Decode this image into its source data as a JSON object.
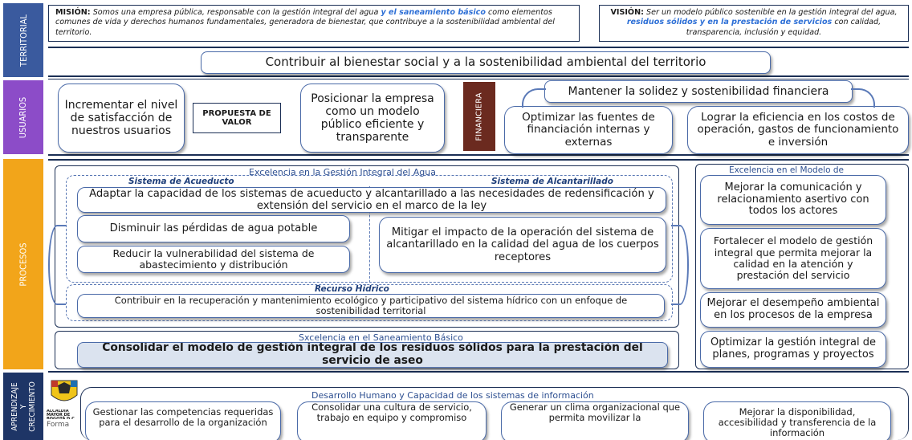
{
  "sidebar": {
    "territorial": "TERRITORIAL",
    "usuarios": "USUARIOS",
    "procesos": "PROCESOS",
    "aprendizaje": "APRENDIZAJE Y CRECIMIENTO"
  },
  "header": {
    "mision_label": "MISIÓN:",
    "mision_text_1": "Somos una empresa pública, responsable con la gestión integral del agua",
    "mision_text_2": "y el saneamiento básico",
    "mision_text_3": "como elementos comunes de vida  y derechos humanos fundamentales, generadora de bienestar, que contribuye a la sostenibilidad ambiental del territorio.",
    "vision_label": "VISIÓN:",
    "vision_text_1": "Ser un modelo público sostenible en la gestión integral del agua,",
    "vision_text_2": "residuos sólidos  y en la prestación de servicios",
    "vision_text_3": "con calidad, transparencia, inclusión y equidad."
  },
  "territorial": {
    "objective": "Contribuir al bienestar social y a la sostenibilidad ambiental del territorio"
  },
  "usuarios": {
    "satisfaccion": "Incrementar el nivel de satisfacción de nuestros usuarios",
    "propuesta": "PROPUESTA DE VALOR",
    "posicionar": "Posicionar la empresa como un modelo público eficiente y transparente",
    "financiera_tag": "FINANCIERA",
    "solidez": "Mantener la solidez y sostenibilidad financiera",
    "fuentes": "Optimizar las fuentes de financiación internas y externas",
    "eficiencia": "Lograr la eficiencia en los costos de operación, gastos de funcionamiento e inversión"
  },
  "procesos": {
    "excelencia_agua": "Excelencia en la Gestión Integral del Agua",
    "acueducto": "Sistema de Acueducto",
    "alcantarillado": "Sistema de Alcantarillado",
    "adaptar": "Adaptar la capacidad de los sistemas de acueducto y alcantarillado a las necesidades de redensificación y extensión del servicio en el marco de la ley",
    "perdidas": "Disminuir las pérdidas de agua potable",
    "vulnerabilidad": "Reducir la vulnerabilidad del sistema de abastecimiento y distribución",
    "mitigar": "Mitigar el impacto  de la operación del sistema de alcantarillado en la calidad del agua de los cuerpos receptores",
    "recurso": "Recurso Hídrico",
    "contribuir": "Contribuir en la recuperación y mantenimiento ecológico y participativo del sistema hídrico con un enfoque de sostenibilidad territorial",
    "excelencia_saneamiento": "Sxcelencia en el Saneamiento Básico",
    "residuos": "Consolidar el modelo de gestión integral de los residuos sólidos para la prestación del servicio de aseo",
    "excelencia_modelo": "Excelencia en el Modelo de",
    "comunicacion": "Mejorar la comunicación y relacionamiento asertivo con todos los actores",
    "fortalecer": "Fortalecer el modelo de gestión integral que permita mejorar la calidad en la atención y prestación del servicio",
    "desempeno": "Mejorar el desempeño ambiental en los procesos de la empresa",
    "planes": "Optimizar la gestión integral de planes, programas y proyectos"
  },
  "aprendizaje": {
    "desarrollo": "Desarrollo Humano y Capacidad  de los sistemas de información",
    "competencias": "Gestionar las competencias requeridas para el desarrollo de la organización",
    "cultura": "Consolidar una cultura de servicio, trabajo en equipo y compromiso",
    "clima": "Generar un clima organizacional que permita movilizar la",
    "disponibilidad": "Mejorar la disponibilidad, accesibilidad y transferencia de la información",
    "logo_text": "ALCALDÍA MAYOR DE BOGOTÁ D.C.",
    "forma": "Forma"
  },
  "colors": {
    "territorial": "#3a5a9e",
    "usuarios": "#8c4cc8",
    "procesos": "#f2a51a",
    "aprendizaje": "#1e3566",
    "financiera": "#6b2a1f",
    "accent_blue": "#2d6fd6"
  }
}
